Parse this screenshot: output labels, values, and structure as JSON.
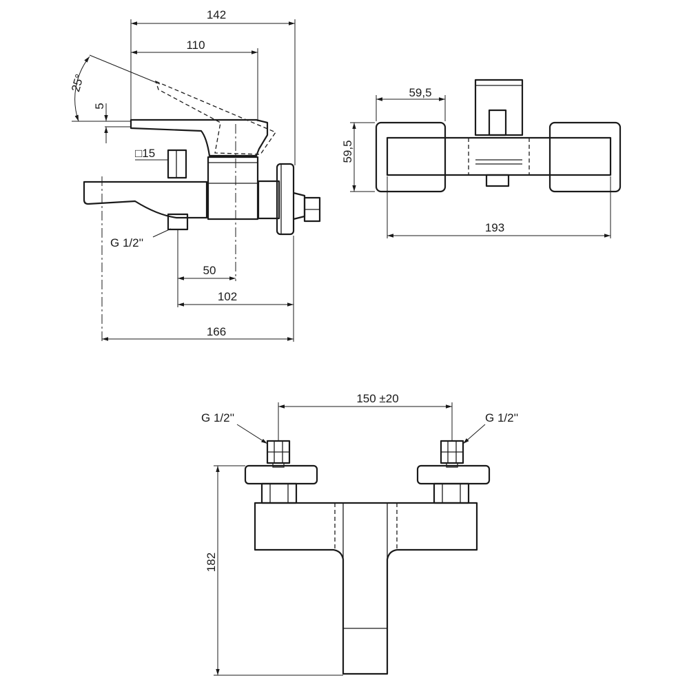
{
  "dimensions": {
    "side_overall_top": "142",
    "side_spout_reach": "110",
    "lever_angle": "25°",
    "lever_offset": "5",
    "square_size": "□15",
    "outlet_thread": "G 1/2''",
    "outlet_to_axis": "50",
    "outlet_to_wall": "102",
    "side_overall_bottom": "166",
    "top_body_width": "59,5",
    "top_body_height": "59,5",
    "top_overall_width": "193",
    "inlet_spacing": "150 ±20",
    "inlet_left_thread": "G 1/2''",
    "inlet_right_thread": "G 1/2''",
    "front_height": "182"
  },
  "colors": {
    "line": "#1a1a1a",
    "background": "#ffffff"
  }
}
